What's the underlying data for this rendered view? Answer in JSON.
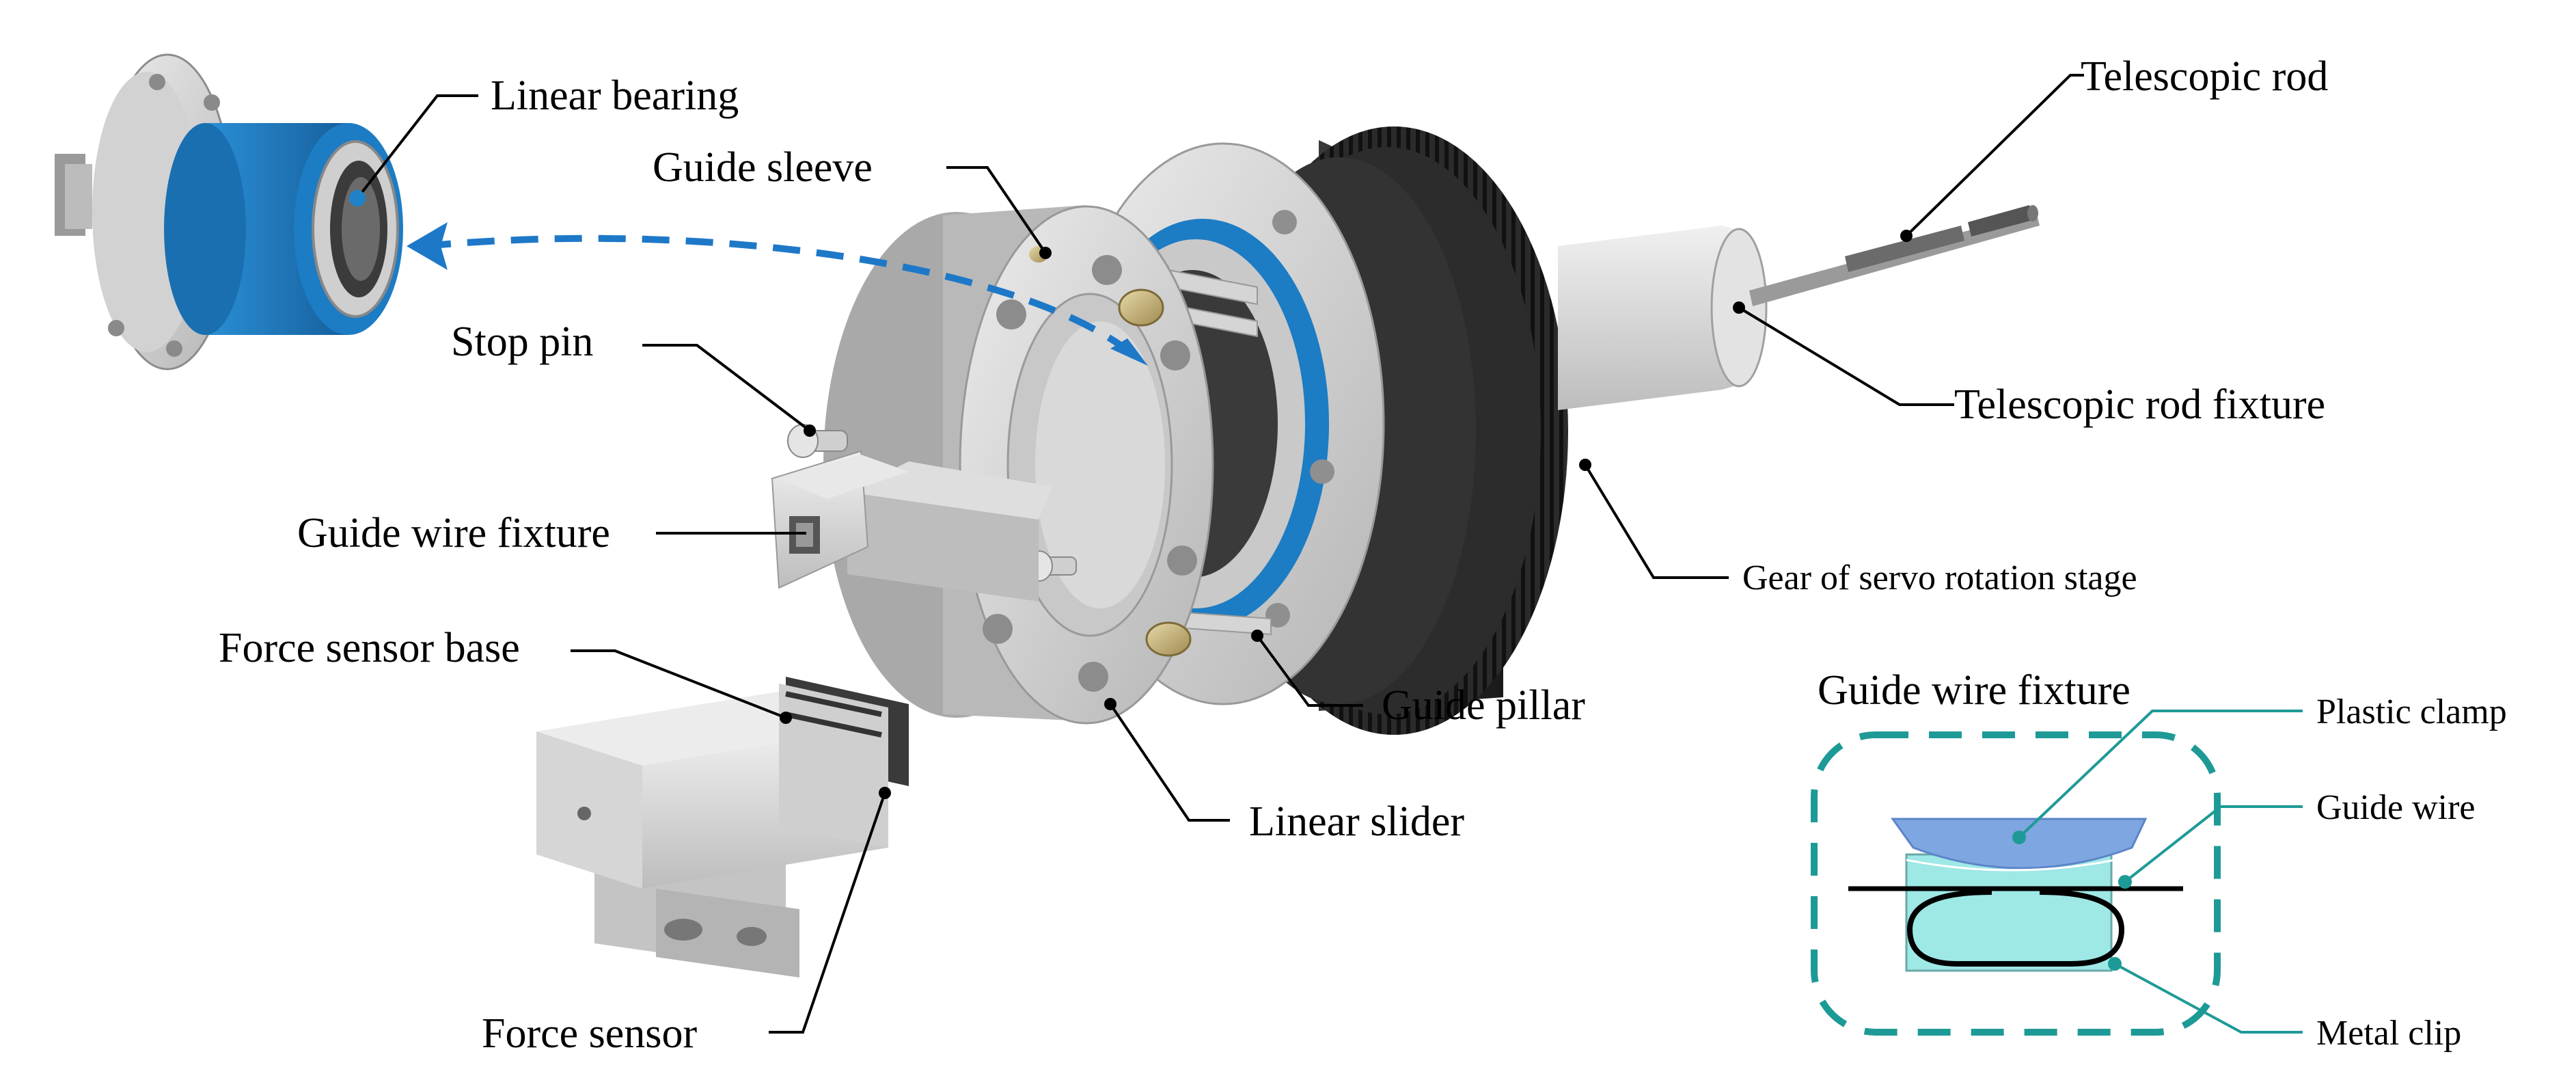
{
  "labels": {
    "linear_bearing": "Linear bearing",
    "guide_sleeve": "Guide sleeve",
    "stop_pin": "Stop pin",
    "guide_wire_fixture": "Guide wire fixture",
    "force_sensor_base": "Force sensor base",
    "force_sensor": "Force sensor",
    "linear_slider": "Linear slider",
    "guide_pillar": "Guide pillar",
    "telescopic_rod": "Telescopic rod",
    "telescopic_rod_fixture": "Telescopic rod fixture",
    "gear_servo": "Gear of servo rotation stage"
  },
  "inset": {
    "title": "Guide wire fixture",
    "plastic_clamp": "Plastic clamp",
    "guide_wire": "Guide wire",
    "metal_clip": "Metal clip"
  },
  "colors": {
    "bearing_blue": "#1f82c8",
    "arrow_blue": "#1e78c8",
    "inset_teal": "#1e9a96",
    "gear_black": "#262626",
    "metal_gray": "#cfcfcf",
    "clamp_blue": "#7ea6e0",
    "clip_cyan": "#9ee8e6"
  }
}
